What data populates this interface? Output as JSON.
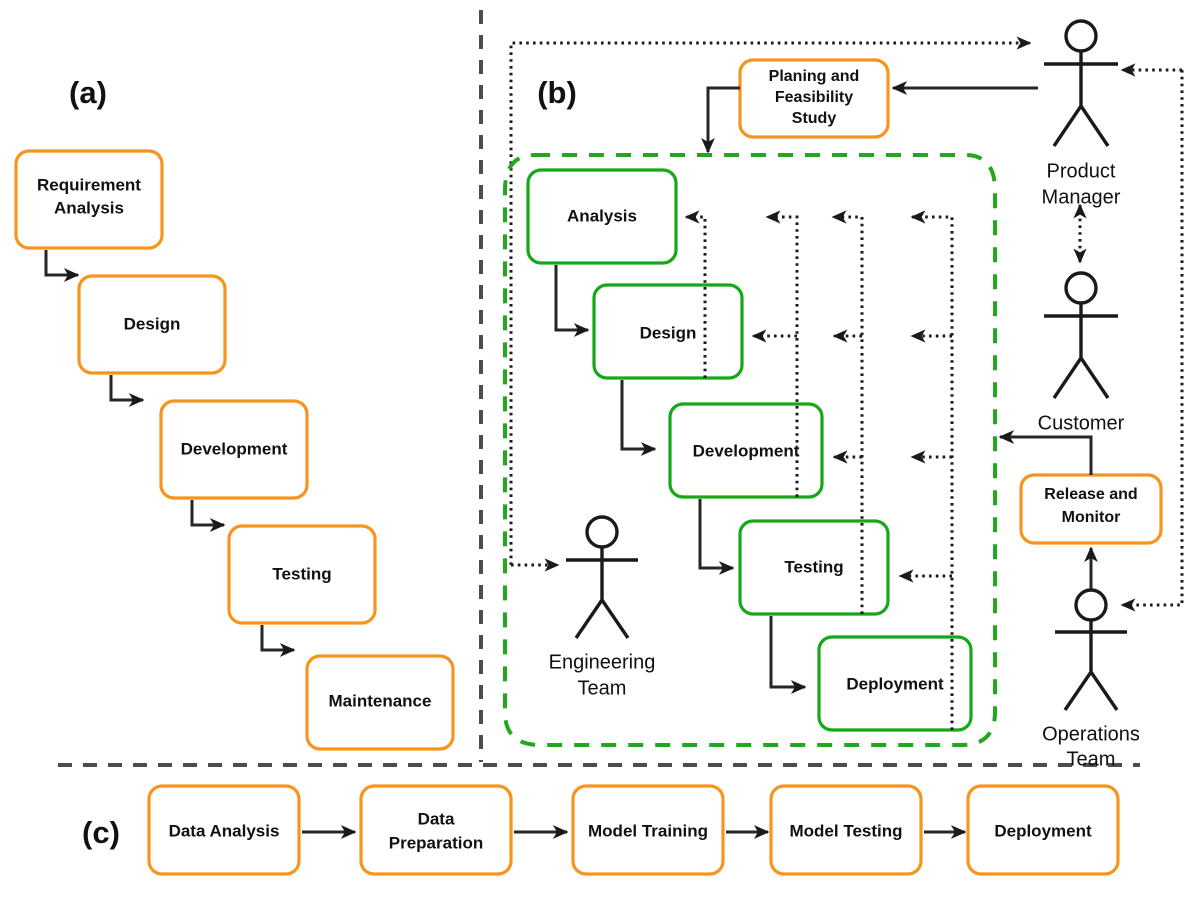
{
  "figure": {
    "title": "Software development lifecycle comparison",
    "colors": {
      "orange": "#f7941e",
      "green": "#17a81a",
      "green_dash": "#22a81f",
      "line": "#262626",
      "divider": "#4d4d4d",
      "background": "#ffffff"
    }
  },
  "panels": [
    {
      "tag": "(a)",
      "name": "waterfall"
    },
    {
      "tag": "(b)",
      "name": "agile-devops"
    },
    {
      "tag": "(c)",
      "name": "ml-pipeline"
    }
  ],
  "panel_a": {
    "tag": "(a)",
    "stages": [
      {
        "label": "Requirement Analysis",
        "lines": [
          "Requirement",
          "Analysis"
        ]
      },
      {
        "label": "Design",
        "lines": [
          "Design"
        ]
      },
      {
        "label": "Development",
        "lines": [
          "Development"
        ]
      },
      {
        "label": "Testing",
        "lines": [
          "Testing"
        ]
      },
      {
        "label": "Maintenance",
        "lines": [
          "Maintenance"
        ]
      }
    ]
  },
  "panel_b": {
    "tag": "(b)",
    "planning_box": {
      "label": "Planing and Feasibility Study",
      "lines": [
        "Planing and",
        "Feasibility",
        "Study"
      ]
    },
    "release_box": {
      "label": "Release and Monitor",
      "lines": [
        "Release and",
        "Monitor"
      ]
    },
    "iteration_stages": [
      {
        "label": "Analysis"
      },
      {
        "label": "Design"
      },
      {
        "label": "Development"
      },
      {
        "label": "Testing"
      },
      {
        "label": "Deployment"
      }
    ],
    "actors": [
      {
        "label": "Product Manager",
        "lines": [
          "Product",
          "Manager"
        ]
      },
      {
        "label": "Customer",
        "lines": [
          "Customer"
        ]
      },
      {
        "label": "Engineering Team",
        "lines": [
          "Engineering",
          "Team"
        ]
      },
      {
        "label": "Operations Team",
        "lines": [
          "Operations",
          "Team"
        ]
      }
    ]
  },
  "panel_c": {
    "tag": "(c)",
    "stages": [
      {
        "label": "Data Analysis",
        "lines": [
          "Data Analysis"
        ]
      },
      {
        "label": "Data Preparation",
        "lines": [
          "Data",
          "Preparation"
        ]
      },
      {
        "label": "Model Training",
        "lines": [
          "Model Training"
        ]
      },
      {
        "label": "Model Testing",
        "lines": [
          "Model Testing"
        ]
      },
      {
        "label": "Deployment",
        "lines": [
          "Deployment"
        ]
      }
    ]
  }
}
